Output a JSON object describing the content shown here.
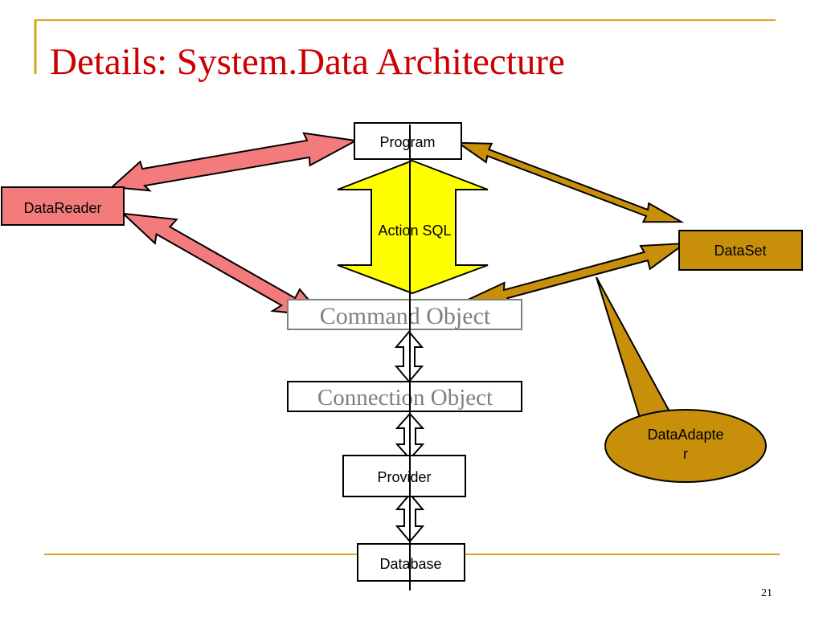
{
  "slide": {
    "title": "Details: System.Data Architecture",
    "page_number": "21"
  },
  "colors": {
    "title": "#cc0000",
    "rule": "#d9a520",
    "reader_fill": "#f47b7b",
    "adapter_fill": "#c8900a",
    "sql_fill": "#ffff00",
    "muted_text": "#808080"
  },
  "nodes": {
    "program": "Program",
    "datareader": "DataReader",
    "action_sql": "Action SQL",
    "dataset": "DataSet",
    "command_object": "Command Object",
    "connection_object": "Connection Object",
    "dataadapter_line1": "DataAdapte",
    "dataadapter_line2": "r",
    "provider": "Provider",
    "database": "Database"
  }
}
